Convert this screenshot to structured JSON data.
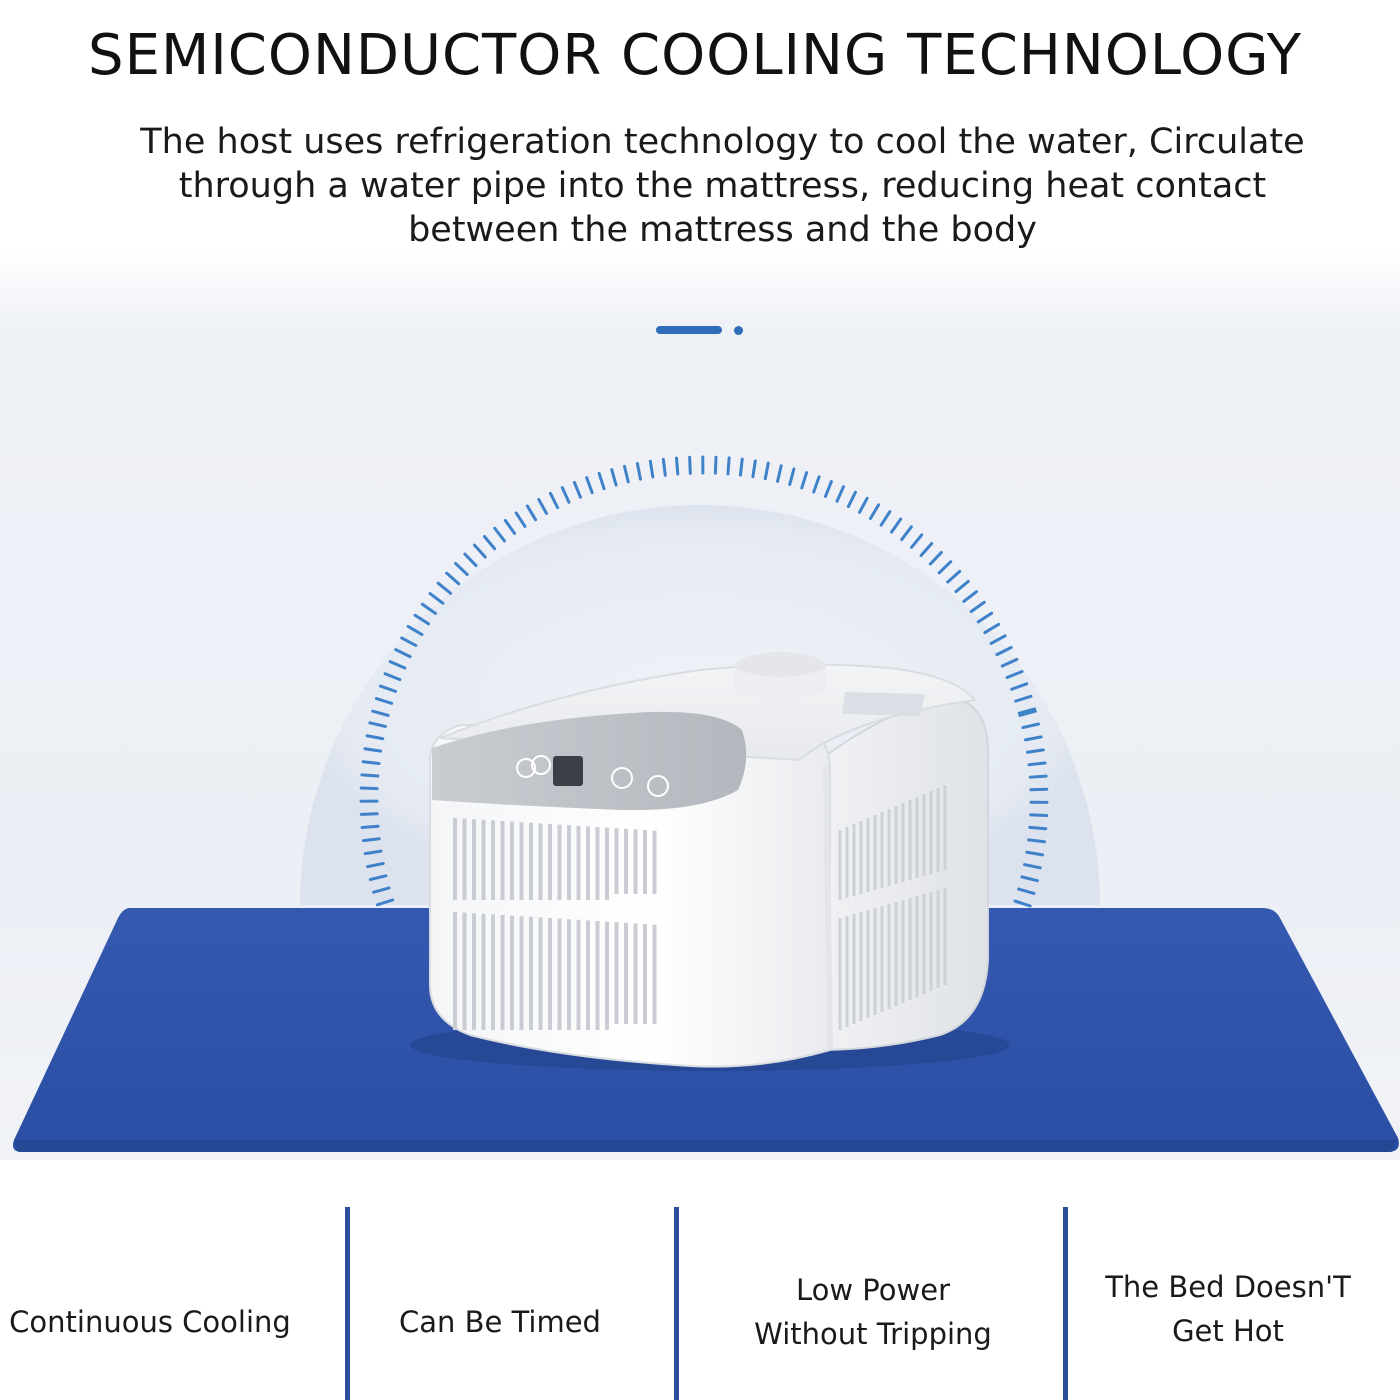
{
  "header": {
    "title": "SEMICONDUCTOR COOLING TECHNOLOGY",
    "description": "The host uses refrigeration technology to cool the water, Circulate through a water pipe into the mattress, reducing heat contact between the mattress and the body"
  },
  "colors": {
    "accent": "#2f6db8",
    "mattress": "#2d52a8",
    "divider": "#2c4f9c"
  },
  "features": [
    {
      "label": "Continuous Cooling"
    },
    {
      "label": "Can Be Timed"
    },
    {
      "label": "Low Power Without Tripping"
    },
    {
      "label": "The Bed Doesn'T Get Hot"
    }
  ]
}
